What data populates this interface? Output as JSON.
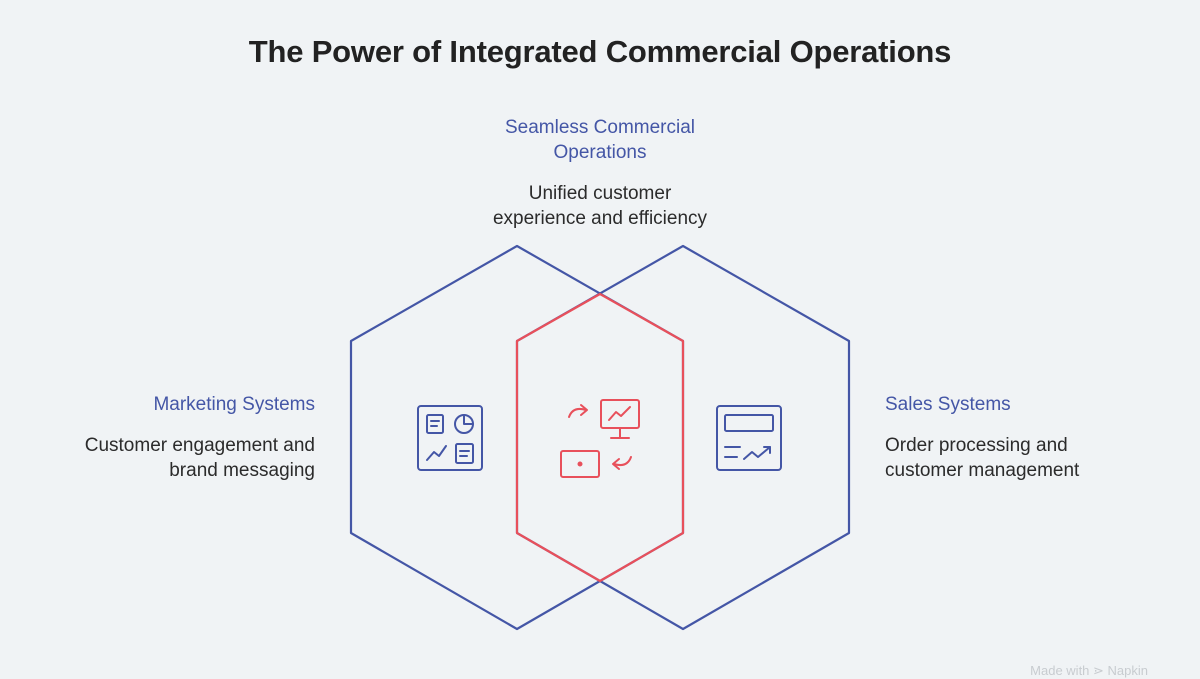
{
  "title": "The Power of Integrated Commercial Operations",
  "center": {
    "heading_line1": "Seamless Commercial",
    "heading_line2": "Operations",
    "desc_line1": "Unified customer",
    "desc_line2": "experience and efficiency",
    "icon": "sync-monitor-icon",
    "color": "#e8505b"
  },
  "left": {
    "heading": "Marketing Systems",
    "desc_line1": "Customer engagement and",
    "desc_line2": "brand messaging",
    "icon": "dashboard-icon",
    "color": "#4456a6"
  },
  "right": {
    "heading": "Sales Systems",
    "desc_line1": "Order processing and",
    "desc_line2": "customer management",
    "icon": "sales-report-icon",
    "color": "#4456a6"
  },
  "watermark": "Made with ⋗ Napkin"
}
